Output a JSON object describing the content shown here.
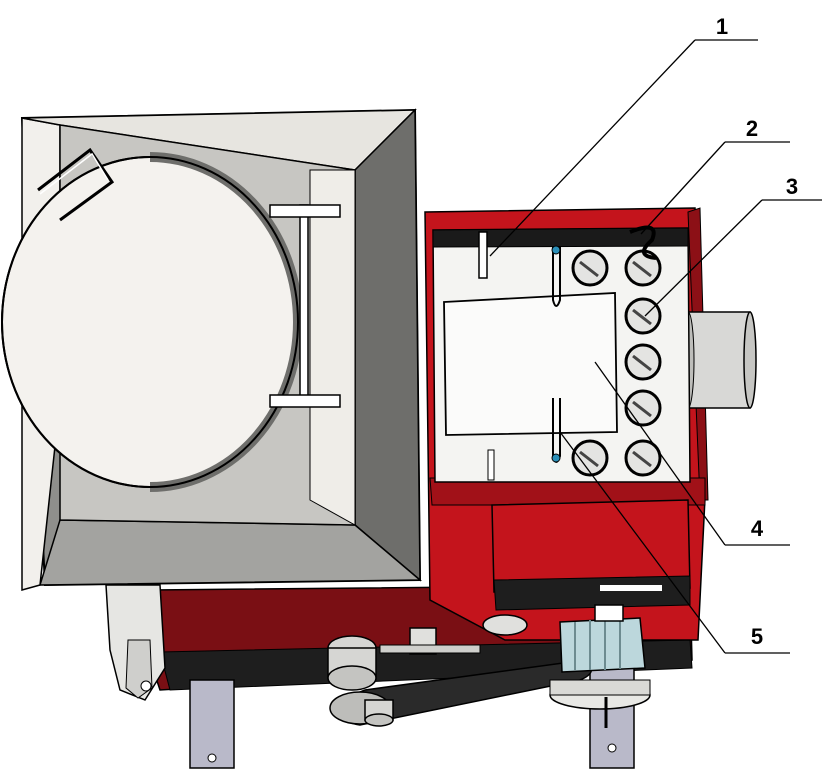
{
  "colors": {
    "housing_red": "#c4141c",
    "housing_dark_red": "#8c1016",
    "hopper_light": "#f2f0ec",
    "hopper_gray": "#a3a3a0",
    "hopper_dark": "#6e6e6b",
    "interior": "#f4f4f2",
    "metal": "#c9c9c6",
    "outline": "#000000"
  },
  "callouts": [
    {
      "label": "1"
    },
    {
      "label": "2"
    },
    {
      "label": "3"
    },
    {
      "label": "4"
    },
    {
      "label": "5"
    }
  ]
}
